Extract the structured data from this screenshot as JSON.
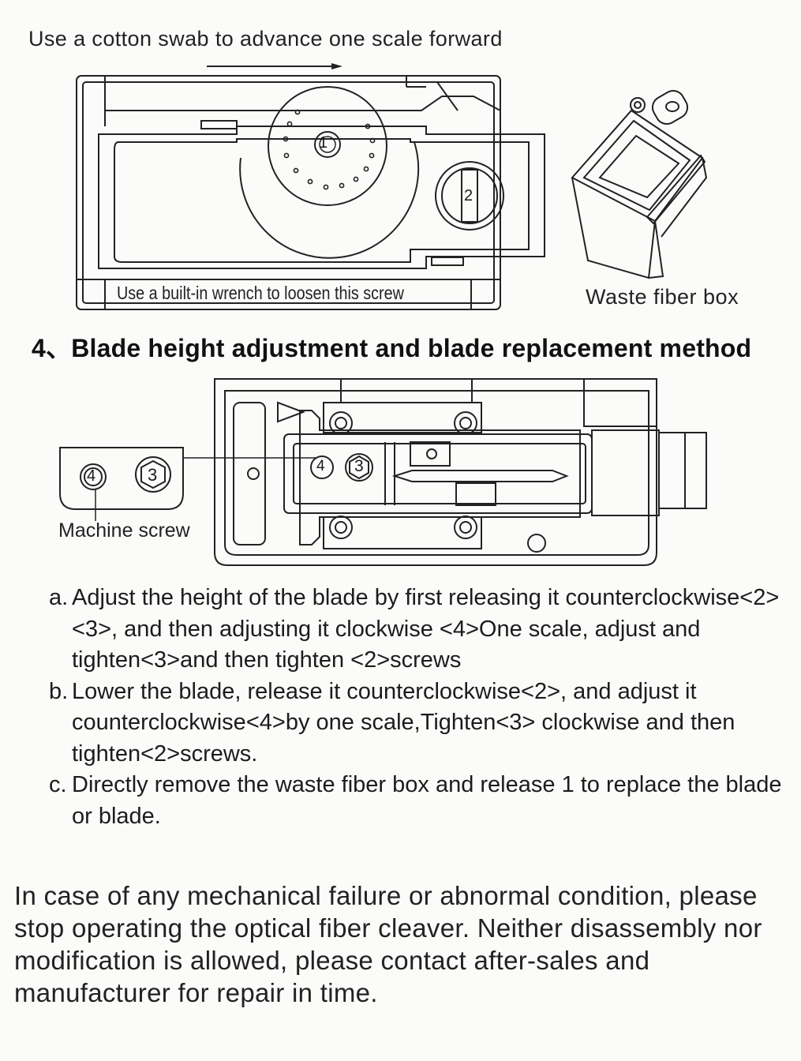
{
  "figure_top": {
    "advance_caption": "Use a cotton swab to advance one scale forward",
    "screw_caption": "Use a built-in wrench to loosen this screw",
    "box_caption": "Waste fiber box",
    "labels": {
      "one": "1",
      "two": "2"
    }
  },
  "section": {
    "heading": "4、Blade height adjustment and blade replacement method"
  },
  "figure_bottom": {
    "screw_caption": "Machine screw",
    "labels": {
      "three": "3",
      "four": "4"
    }
  },
  "steps": [
    {
      "label": "a.",
      "text": "Adjust the height of the blade by first releasing it counterclockwise<2><3>, and then adjusting it clockwise <4>One scale, adjust and tighten<3>and then tighten <2>screws"
    },
    {
      "label": "b.",
      "text": "Lower the blade, release it counterclockwise<2>, and adjust it counterclockwise<4>by one scale,Tighten<3> clockwise and then tighten<2>screws."
    },
    {
      "label": "c.",
      "text": "Directly remove the waste fiber box and release 1 to replace the blade or blade."
    }
  ],
  "notice": "In case of any mechanical failure or abnormal condition, please stop operating the optical fiber cleaver. Neither disassembly nor modification is allowed, please contact after-sales and manufacturer for repair in time."
}
